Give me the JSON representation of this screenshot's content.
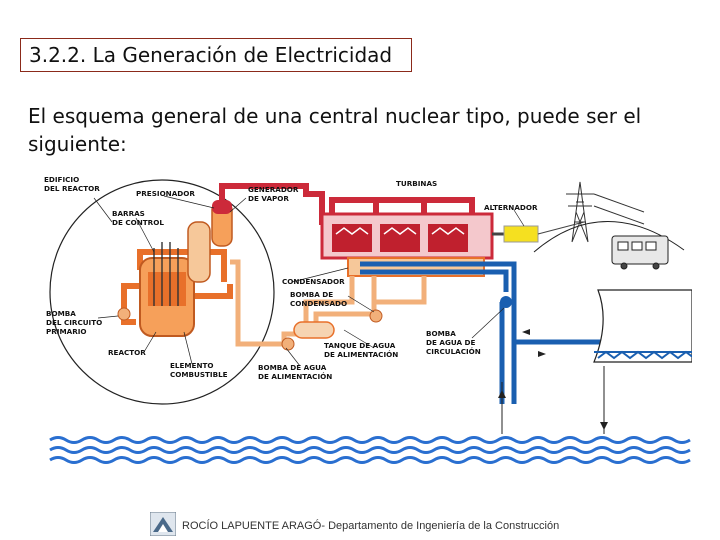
{
  "slide": {
    "title": "3.2.2. La Generación de Electricidad",
    "intro": "El esquema general de una central nuclear tipo, puede ser el siguiente:",
    "footer": "ROCÍO LAPUENTE ARAGÓ- Departamento de Ingeniería de la Construcción"
  },
  "diagram": {
    "labels": {
      "edificio_1": "EDIFICIO",
      "edificio_2": "DEL REACTOR",
      "presionador": "PRESIONADOR",
      "generador_1": "GENERADOR",
      "generador_2": "DE VAPOR",
      "turbinas": "TURBINAS",
      "alternador": "ALTERNADOR",
      "barras_1": "BARRAS",
      "barras_2": "DE CONTROL",
      "condensador": "CONDENSADOR",
      "bomba_cond_1": "BOMBA DE",
      "bomba_cond_2": "CONDENSADO",
      "bomba_circuito_1": "BOMBA",
      "bomba_circuito_2": "DEL CIRCUITO",
      "bomba_circuito_3": "PRIMARIO",
      "tanque_1": "TANQUE DE AGUA",
      "tanque_2": "DE ALIMENTACIÓN",
      "bomba_circ_1": "BOMBA",
      "bomba_circ_2": "DE AGUA DE",
      "bomba_circ_3": "CIRCULACIÓN",
      "reactor": "REACTOR",
      "elemento_1": "ELEMENTO",
      "elemento_2": "COMBUSTIBLE",
      "bomba_alim_1": "BOMBA DE AGUA",
      "bomba_alim_2": "DE ALIMENTACIÓN"
    },
    "colors": {
      "primary": "#e8702a",
      "steam": "#cc2a3a",
      "feedwater": "#f2b07a",
      "cooling": "#1a5fb0",
      "water": "#2a6fd0",
      "alternator": "#f5e020"
    }
  }
}
